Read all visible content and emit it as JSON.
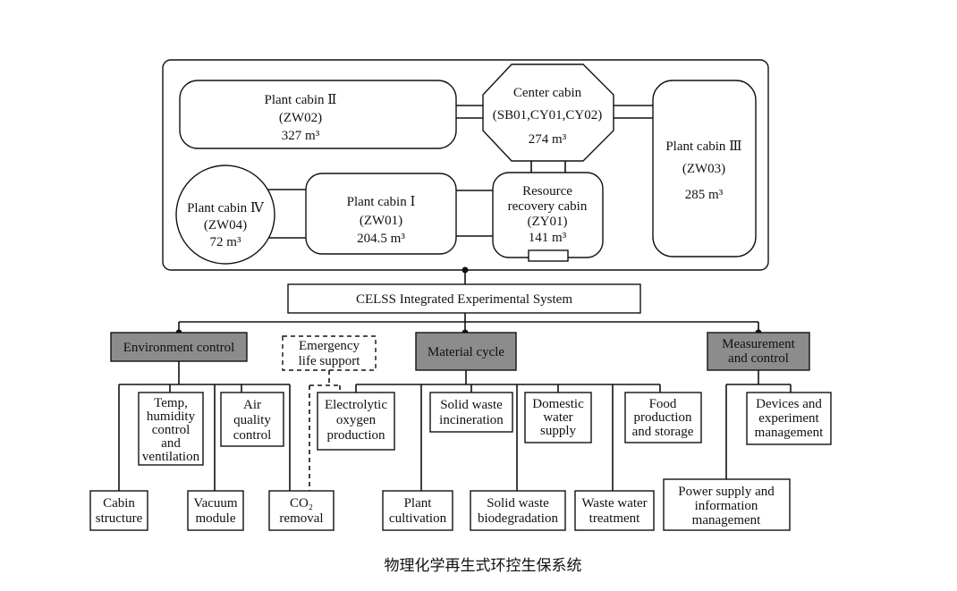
{
  "cabins": {
    "plant2": {
      "line1": "Plant cabin Ⅱ",
      "line2": "(ZW02)",
      "line3": "327 m³"
    },
    "center": {
      "line1": "Center cabin",
      "line2": "(SB01,CY01,CY02)",
      "line3": "274 m³"
    },
    "plant3": {
      "line1": "Plant cabin Ⅲ",
      "line2": "(ZW03)",
      "line3": "285 m³"
    },
    "plant4": {
      "line1": "Plant cabin Ⅳ",
      "line2": "(ZW04)",
      "line3": "72 m³"
    },
    "plant1": {
      "line1": "Plant cabin Ⅰ",
      "line2": "(ZW01)",
      "line3": "204.5 m³"
    },
    "resource": {
      "line1": "Resource",
      "line2": "recovery cabin",
      "line3": "(ZY01)",
      "line4": "141 m³"
    }
  },
  "system_title": "CELSS Integrated Experimental System",
  "categories": {
    "environment": "Environment control",
    "emergency": {
      "line1": "Emergency",
      "line2": "life support"
    },
    "material": "Material cycle",
    "measurement": {
      "line1": "Measurement",
      "line2": "and control"
    }
  },
  "nodes": {
    "temp": [
      "Temp,",
      "humidity",
      "control",
      "and",
      "ventilation"
    ],
    "air": [
      "Air",
      "quality",
      "control"
    ],
    "cabin_structure": [
      "Cabin",
      "structure"
    ],
    "vacuum": [
      "Vacuum",
      "module"
    ],
    "co2": [
      "CO₂",
      "removal"
    ],
    "electrolytic": [
      "Electrolytic",
      "oxygen",
      "production"
    ],
    "solid_incin": [
      "Solid waste",
      "incineration"
    ],
    "domestic": [
      "Domestic",
      "water",
      "supply"
    ],
    "food": [
      "Food",
      "production",
      "and storage"
    ],
    "plant_cult": [
      "Plant",
      "cultivation"
    ],
    "solid_bio": [
      "Solid waste",
      "biodegradation"
    ],
    "waste_water": [
      "Waste water",
      "treatment"
    ],
    "devices": [
      "Devices and",
      "experiment",
      "management"
    ],
    "power": [
      "Power supply and",
      "information",
      "management"
    ]
  },
  "caption": "物理化学再生式环控生保系统"
}
